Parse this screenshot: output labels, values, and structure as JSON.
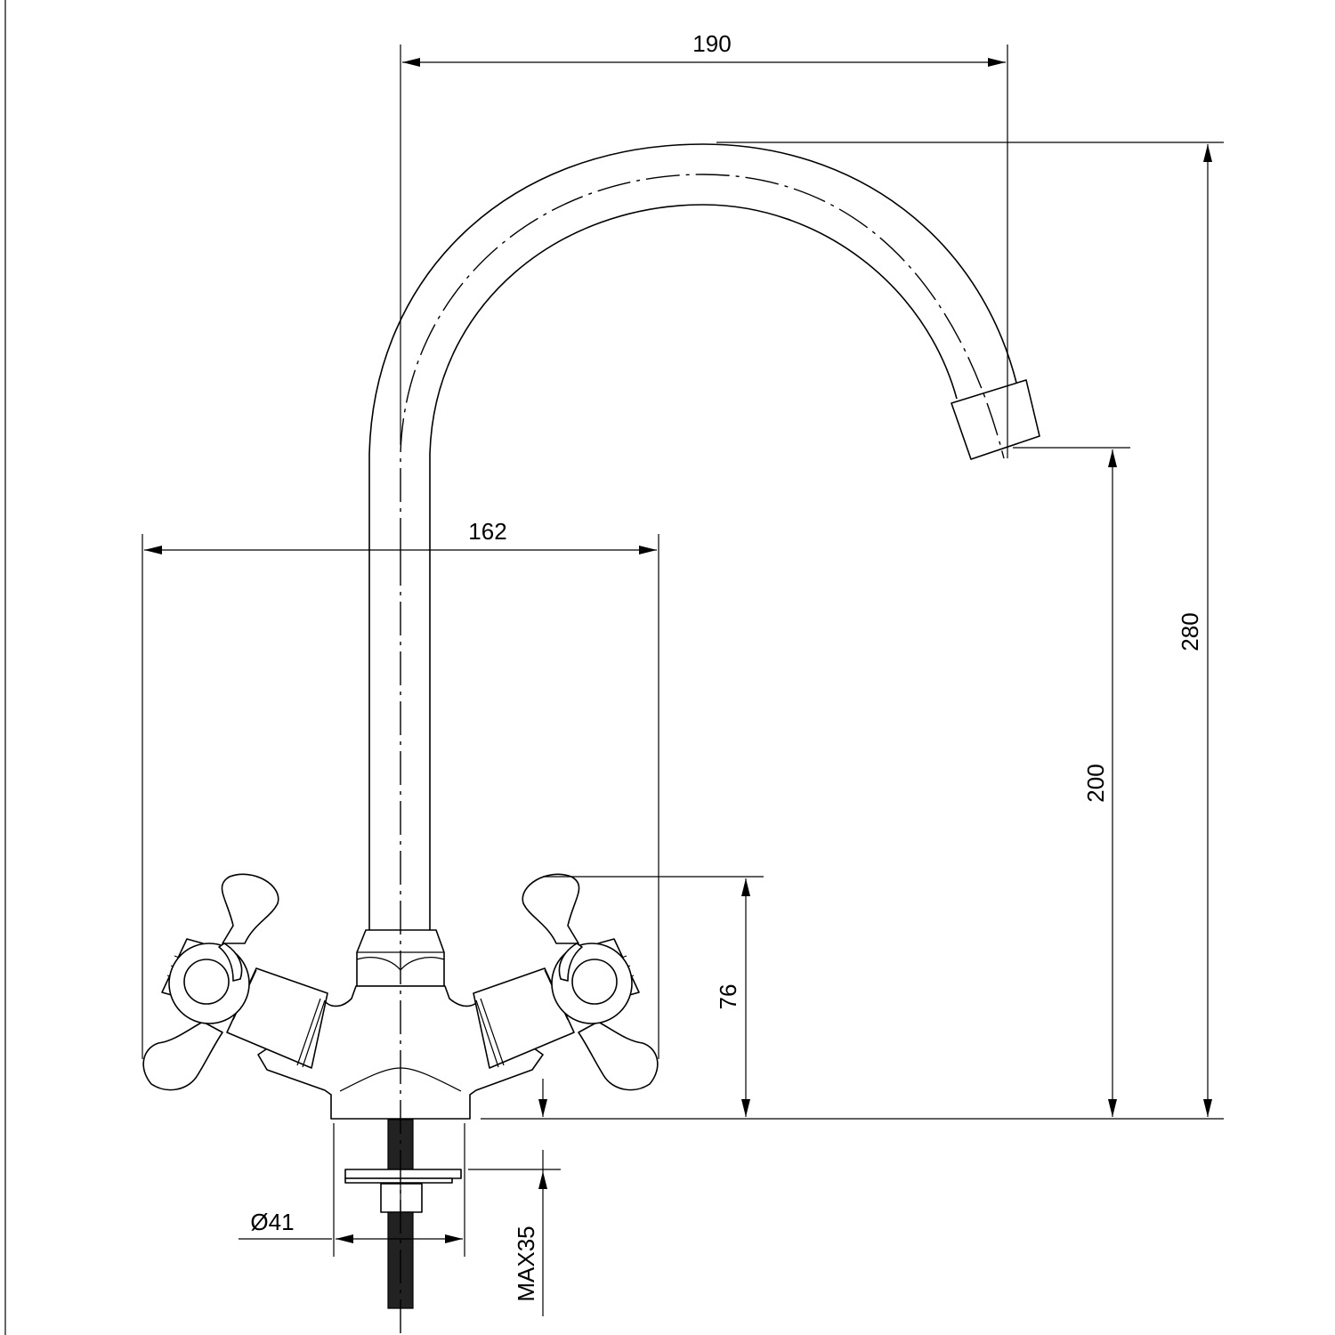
{
  "drawing": {
    "dimensions": {
      "spout_reach": "190",
      "handle_span": "162",
      "spout_total_height": "280",
      "outlet_height": "200",
      "handle_height": "76",
      "base_diameter": "Ø41",
      "max_deck_thickness": "MAX35"
    }
  }
}
